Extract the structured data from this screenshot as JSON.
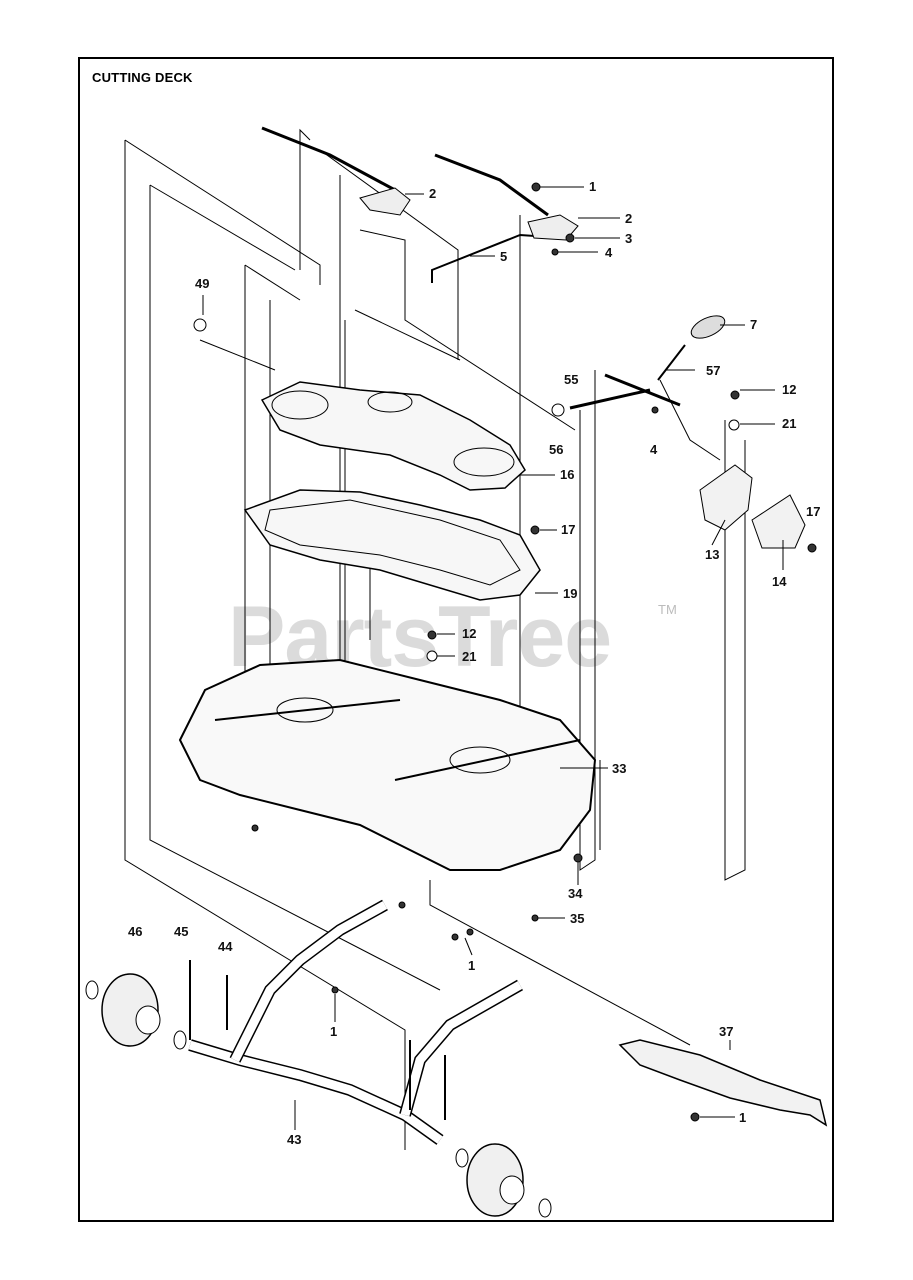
{
  "title": "CUTTING DECK",
  "watermark": {
    "text": "PartsTree",
    "trademark": "TM"
  },
  "callouts": {
    "c1a": "1",
    "c2a": "2",
    "c2b": "2",
    "c3": "3",
    "c4a": "4",
    "c5": "5",
    "c7": "7",
    "c57": "57",
    "c55": "55",
    "c56": "56",
    "c4b": "4",
    "c12a": "12",
    "c21a": "21",
    "c49": "49",
    "c16": "16",
    "c17a": "17",
    "c17b": "17",
    "c13": "13",
    "c14": "14",
    "c19": "19",
    "c12b": "12",
    "c21b": "21",
    "c33": "33",
    "c34": "34",
    "c35": "35",
    "c1b": "1",
    "c46": "46",
    "c45": "45",
    "c44": "44",
    "c1c": "1",
    "c43": "43",
    "c37": "37",
    "c1d": "1"
  }
}
